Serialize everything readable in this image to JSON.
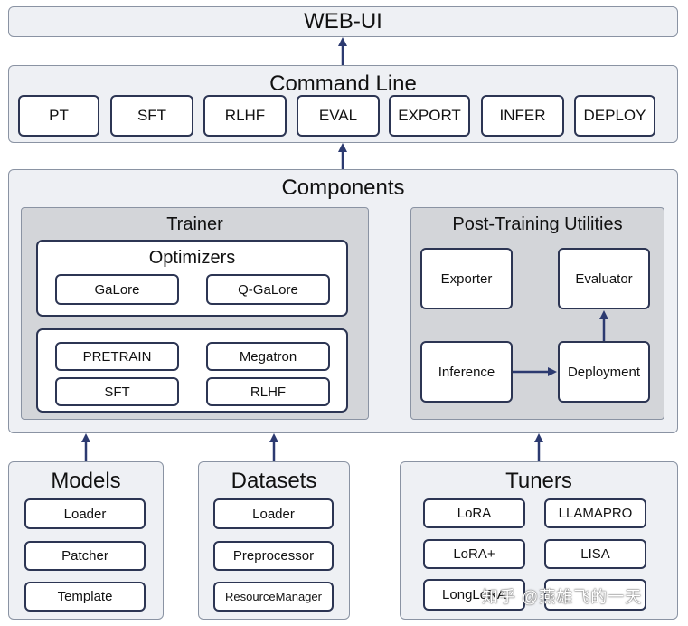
{
  "web_ui": {
    "label": "WEB-UI"
  },
  "command_line": {
    "title": "Command Line",
    "buttons": [
      "PT",
      "SFT",
      "RLHF",
      "EVAL",
      "EXPORT",
      "INFER",
      "DEPLOY"
    ]
  },
  "components": {
    "title": "Components",
    "trainer": {
      "title": "Trainer",
      "optimizers": {
        "title": "Optimizers",
        "items": [
          "GaLore",
          "Q-GaLore"
        ]
      },
      "methods": [
        "PRETRAIN",
        "Megatron",
        "SFT",
        "RLHF"
      ]
    },
    "post_training": {
      "title": "Post-Training Utilities",
      "exporter": "Exporter",
      "evaluator": "Evaluator",
      "inference": "Inference",
      "deployment": "Deployment"
    }
  },
  "models": {
    "title": "Models",
    "items": [
      "Loader",
      "Patcher",
      "Template"
    ]
  },
  "datasets": {
    "title": "Datasets",
    "items": [
      "Loader",
      "Preprocessor",
      "ResourceManager"
    ]
  },
  "tuners": {
    "title": "Tuners",
    "items": [
      "LoRA",
      "LLAMAPRO",
      "LoRA+",
      "LISA",
      "LongLoRA",
      ""
    ]
  },
  "watermark": {
    "text": "知乎 @燕雄飞的一天"
  },
  "colors": {
    "arrow": "#2c3a70",
    "border_dark": "#2c3553",
    "panel_bg": "#eef0f4",
    "inner_bg": "#d3d5d9"
  }
}
